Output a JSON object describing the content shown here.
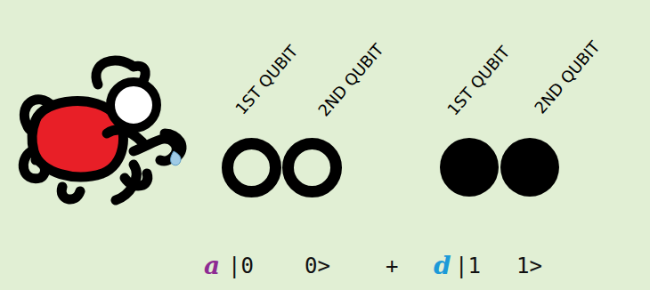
{
  "diagram": {
    "nodes": [
      {
        "text": [
          "1ST QUBIT"
        ]
      },
      {
        "text": [
          "2ND QUBIT"
        ]
      },
      {
        "text": [
          "1ST QUBIT"
        ]
      },
      {
        "text": [
          "2ND QUBIT"
        ]
      }
    ],
    "labels": [
      "a",
      "|0",
      "0>",
      "+",
      "d",
      "|1",
      "1>"
    ]
  }
}
